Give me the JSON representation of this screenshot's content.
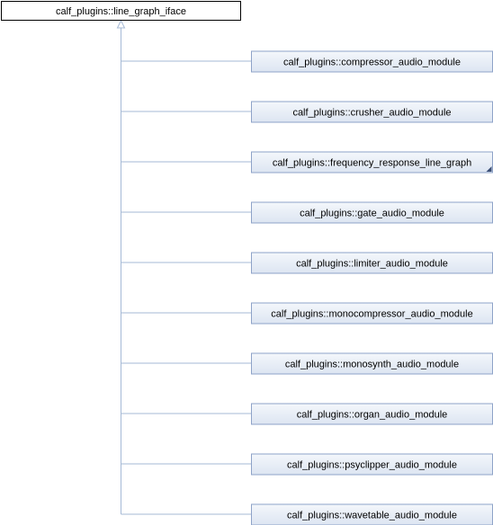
{
  "base_class": {
    "label": "calf_plugins::line_graph_iface"
  },
  "derived_classes": [
    {
      "label": "calf_plugins::compressor_audio_module"
    },
    {
      "label": "calf_plugins::crusher_audio_module"
    },
    {
      "label": "calf_plugins::frequency_response_line_graph",
      "truncated": true
    },
    {
      "label": "calf_plugins::gate_audio_module"
    },
    {
      "label": "calf_plugins::limiter_audio_module"
    },
    {
      "label": "calf_plugins::monocompressor_audio_module"
    },
    {
      "label": "calf_plugins::monosynth_audio_module"
    },
    {
      "label": "calf_plugins::organ_audio_module"
    },
    {
      "label": "calf_plugins::psyclipper_audio_module"
    },
    {
      "label": "calf_plugins::wavetable_audio_module"
    }
  ],
  "colors": {
    "edge": "#a6bad6",
    "derived_fill_top": "#f4f7fb",
    "derived_fill_bottom": "#dde5f2",
    "derived_border": "#8ea3c8",
    "base_border": "#000000"
  }
}
